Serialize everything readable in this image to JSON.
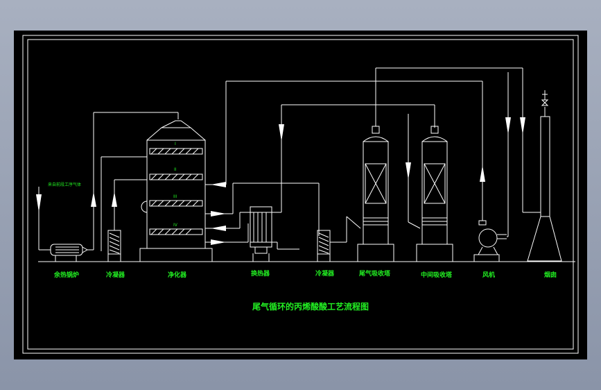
{
  "diagram": {
    "title": "尾气循环的丙烯酸酸工艺流程图",
    "note": "来自前段工序气体",
    "stages": [
      {
        "id": "furnace",
        "label": "余热锅炉"
      },
      {
        "id": "cooler1",
        "label": "冷凝器"
      },
      {
        "id": "purifier",
        "label": "净化器"
      },
      {
        "id": "heat_exchanger",
        "label": "换热器"
      },
      {
        "id": "cooler2",
        "label": "冷凝器"
      },
      {
        "id": "absorber1",
        "label": "尾气吸收塔"
      },
      {
        "id": "absorber2",
        "label": "中间吸收塔"
      },
      {
        "id": "fan",
        "label": "风机"
      },
      {
        "id": "chimney",
        "label": "烟囱"
      }
    ],
    "tower_marks": [
      "I",
      "II",
      "III",
      "IV"
    ],
    "colors": {
      "background": "#000000",
      "lines": "#ffffff",
      "labels": "#22ee22"
    }
  }
}
